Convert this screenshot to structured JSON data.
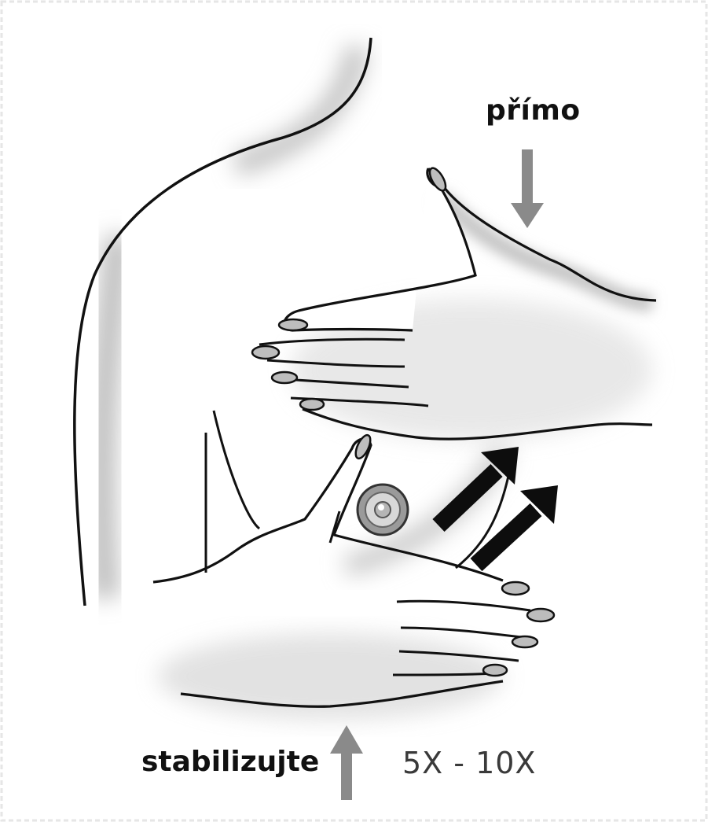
{
  "labels": {
    "top": "přímo",
    "bottom_left": "stabilizujte",
    "bottom_right": "5X - 10X"
  },
  "colors": {
    "outline": "#111111",
    "gray_arrow": "#8a8a8a",
    "black_arrow": "#0d0d0d",
    "shade": "#c8c8c8",
    "background": "#ffffff"
  },
  "icons": {
    "down_arrow": "gray-down-arrow-icon",
    "up_arrow": "gray-up-arrow-icon",
    "diagonal_arrows": "black-diagonal-arrow-icon",
    "nipple": "nipple-areola-icon"
  }
}
